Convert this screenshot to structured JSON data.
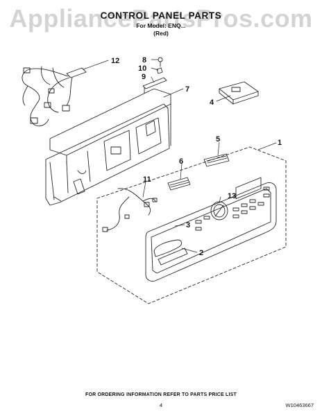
{
  "watermark": "AppliancePartsPros.com",
  "header": {
    "title": "CONTROL PANEL PARTS",
    "model_line": "For Model: ENQ...",
    "color_line": "(Red)"
  },
  "callouts": {
    "c1": "1",
    "c2": "2",
    "c3": "3",
    "c4": "4",
    "c5": "5",
    "c6": "6",
    "c7": "7",
    "c8": "8",
    "c9": "9",
    "c10": "10",
    "c11": "11",
    "c12": "12",
    "c13": "13"
  },
  "footer": {
    "ordering_note": "FOR ORDERING INFORMATION REFER TO PARTS PRICE LIST",
    "page_number": "4",
    "doc_number": "W10463667"
  }
}
